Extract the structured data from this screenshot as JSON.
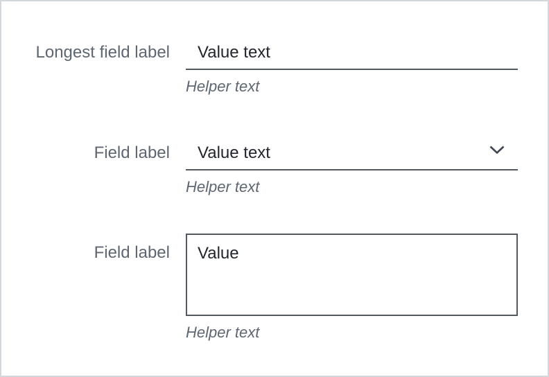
{
  "panel": {
    "background": "#ffffff",
    "border_color": "#d2d7dc"
  },
  "colors": {
    "label": "#5e6671",
    "value": "#22262c",
    "helper": "#5e6671",
    "line": "#54585f",
    "chevron": "#3e4450"
  },
  "form": {
    "fields": [
      {
        "control": "text-input",
        "label": "Longest field label",
        "value": "Value text",
        "helper": "Helper text"
      },
      {
        "control": "select",
        "label": "Field label",
        "value": "Value text",
        "helper": "Helper text",
        "icon": "chevron-down-icon"
      },
      {
        "control": "textarea",
        "label": "Field label",
        "value": "Value",
        "helper": "Helper text"
      }
    ]
  }
}
